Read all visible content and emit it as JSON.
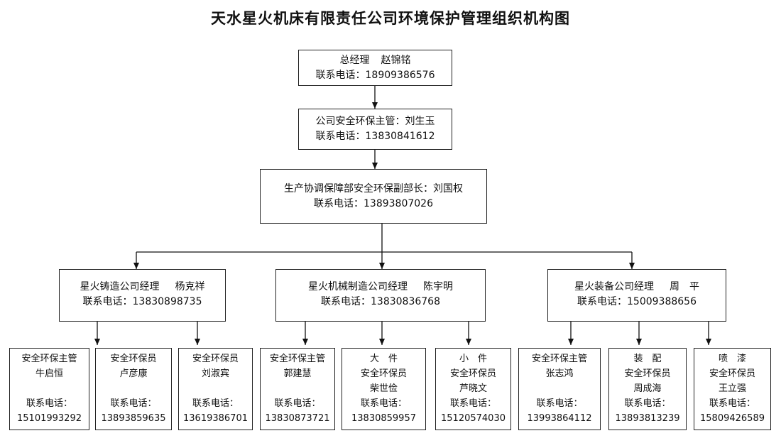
{
  "title": "天水星火机床有限责任公司环境保护管理组织机构图",
  "top": [
    {
      "lines": [
        "总经理",
        "赵锦铭"
      ],
      "phone_label": "联系电话：",
      "phone": "18909386576"
    },
    {
      "lines": [
        "公司安全环保主管：刘生玉"
      ],
      "phone_label": "联系电话：",
      "phone": "13830841612"
    },
    {
      "lines": [
        "生产协调保障部安全环保副部长：刘国权"
      ],
      "phone_label": "联系电话：",
      "phone": "13893807026"
    }
  ],
  "companies": [
    {
      "title": "星火铸造公司经理",
      "name": "杨克祥",
      "phone_label": "联系电话：",
      "phone": "13830898735"
    },
    {
      "title": "星火机械制造公司经理",
      "name": "陈宇明",
      "phone_label": "联系电话：",
      "phone": "13830836768"
    },
    {
      "title": "星火装备公司经理",
      "name": "周　平",
      "phone_label": "联系电话：",
      "phone": "15009388656"
    }
  ],
  "staff": [
    {
      "lines": [
        "安全环保主管",
        "牛启恒",
        ""
      ],
      "phone_label": "联系电话：",
      "phone": "15101993292"
    },
    {
      "lines": [
        "安全环保员",
        "卢彦康",
        ""
      ],
      "phone_label": "联系电话：",
      "phone": "13893859635"
    },
    {
      "lines": [
        "安全环保员",
        "刘淑宾",
        ""
      ],
      "phone_label": "联系电话：",
      "phone": "13619386701"
    },
    {
      "lines": [
        "安全环保主管",
        "郭建慧",
        ""
      ],
      "phone_label": "联系电话：",
      "phone": "13830873721"
    },
    {
      "lines": [
        "大　件",
        "安全环保员",
        "柴世俭"
      ],
      "phone_label": "联系电话：",
      "phone": "13830859957"
    },
    {
      "lines": [
        "小　件",
        "安全环保员",
        "芦晓文"
      ],
      "phone_label": "联系电话：",
      "phone": "15120574030"
    },
    {
      "lines": [
        "安全环保主管",
        "张志鸿",
        ""
      ],
      "phone_label": "联系电话：",
      "phone": "13993864112"
    },
    {
      "lines": [
        "装　配",
        "安全环保员",
        "周成海"
      ],
      "phone_label": "联系电话：",
      "phone": "13893813239"
    },
    {
      "lines": [
        "喷　漆",
        "安全环保员",
        "王立强"
      ],
      "phone_label": "联系电话：",
      "phone": "15809426589"
    }
  ]
}
